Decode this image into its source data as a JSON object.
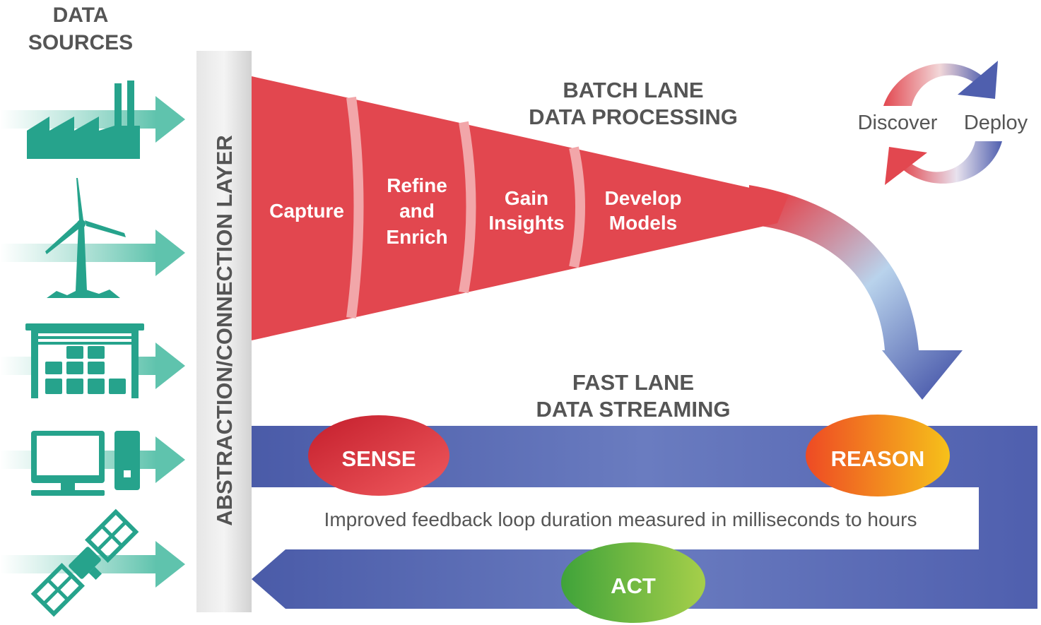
{
  "sources": {
    "title_line1": "DATA",
    "title_line2": "SOURCES",
    "items": [
      {
        "icon": "factory-icon"
      },
      {
        "icon": "wind-turbine-icon"
      },
      {
        "icon": "warehouse-icon"
      },
      {
        "icon": "computer-icon"
      },
      {
        "icon": "satellite-icon"
      }
    ]
  },
  "abstraction_layer": {
    "label": "ABSTRACTION/CONNECTION LAYER"
  },
  "batch_lane": {
    "title_line1": "BATCH LANE",
    "title_line2": "DATA PROCESSING",
    "stages": [
      {
        "lines": [
          "Capture"
        ]
      },
      {
        "lines": [
          "Refine",
          "and",
          "Enrich"
        ]
      },
      {
        "lines": [
          "Gain",
          "Insights"
        ]
      },
      {
        "lines": [
          "Develop",
          "Models"
        ]
      }
    ]
  },
  "cycle": {
    "left_label": "Discover",
    "right_label": "Deploy"
  },
  "fast_lane": {
    "title_line1": "FAST LANE",
    "title_line2": "DATA STREAMING",
    "nodes": {
      "sense": "SENSE",
      "reason": "REASON",
      "act": "ACT"
    },
    "feedback_text": "Improved feedback loop duration measured in milliseconds to hours"
  },
  "colors": {
    "teal": "#26a38c",
    "red": "#e2474f",
    "blue": "#4f5fae",
    "gray_text": "#555555"
  }
}
